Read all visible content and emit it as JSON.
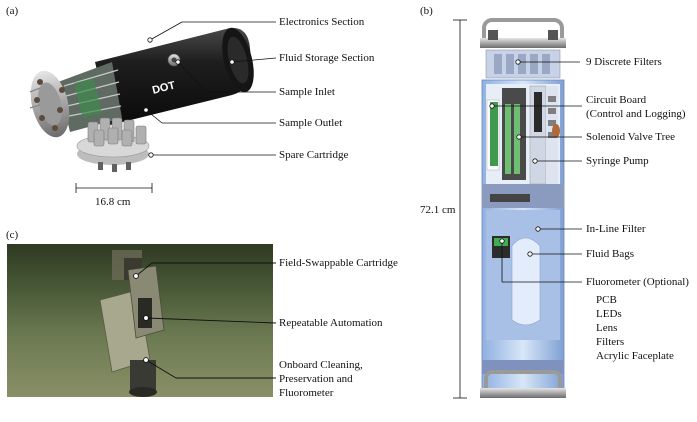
{
  "panels": {
    "a": "(a)",
    "b": "(b)",
    "c": "(c)"
  },
  "panel_a": {
    "labels": [
      "Electronics Section",
      "Fluid Storage Section",
      "Sample Inlet",
      "Sample Outlet",
      "Spare Cartridge"
    ],
    "scale": "16.8 cm",
    "device_logo": "DOT"
  },
  "panel_b": {
    "height": "72.1 cm",
    "labels": [
      "9 Discrete Filters",
      "Circuit Board",
      "(Control and Logging)",
      "Solenoid Valve Tree",
      "Syringe Pump",
      "In-Line Filter",
      "Fluid Bags",
      "Fluorometer (Optional)"
    ],
    "fluorometer_parts": [
      "PCB",
      "LEDs",
      "Lens",
      "Filters",
      "Acrylic Faceplate"
    ]
  },
  "panel_c": {
    "labels": [
      "Field-Swappable Cartridge",
      "Repeatable Automation",
      "Onboard Cleaning,",
      "Preservation and",
      "Fluorometer"
    ]
  }
}
